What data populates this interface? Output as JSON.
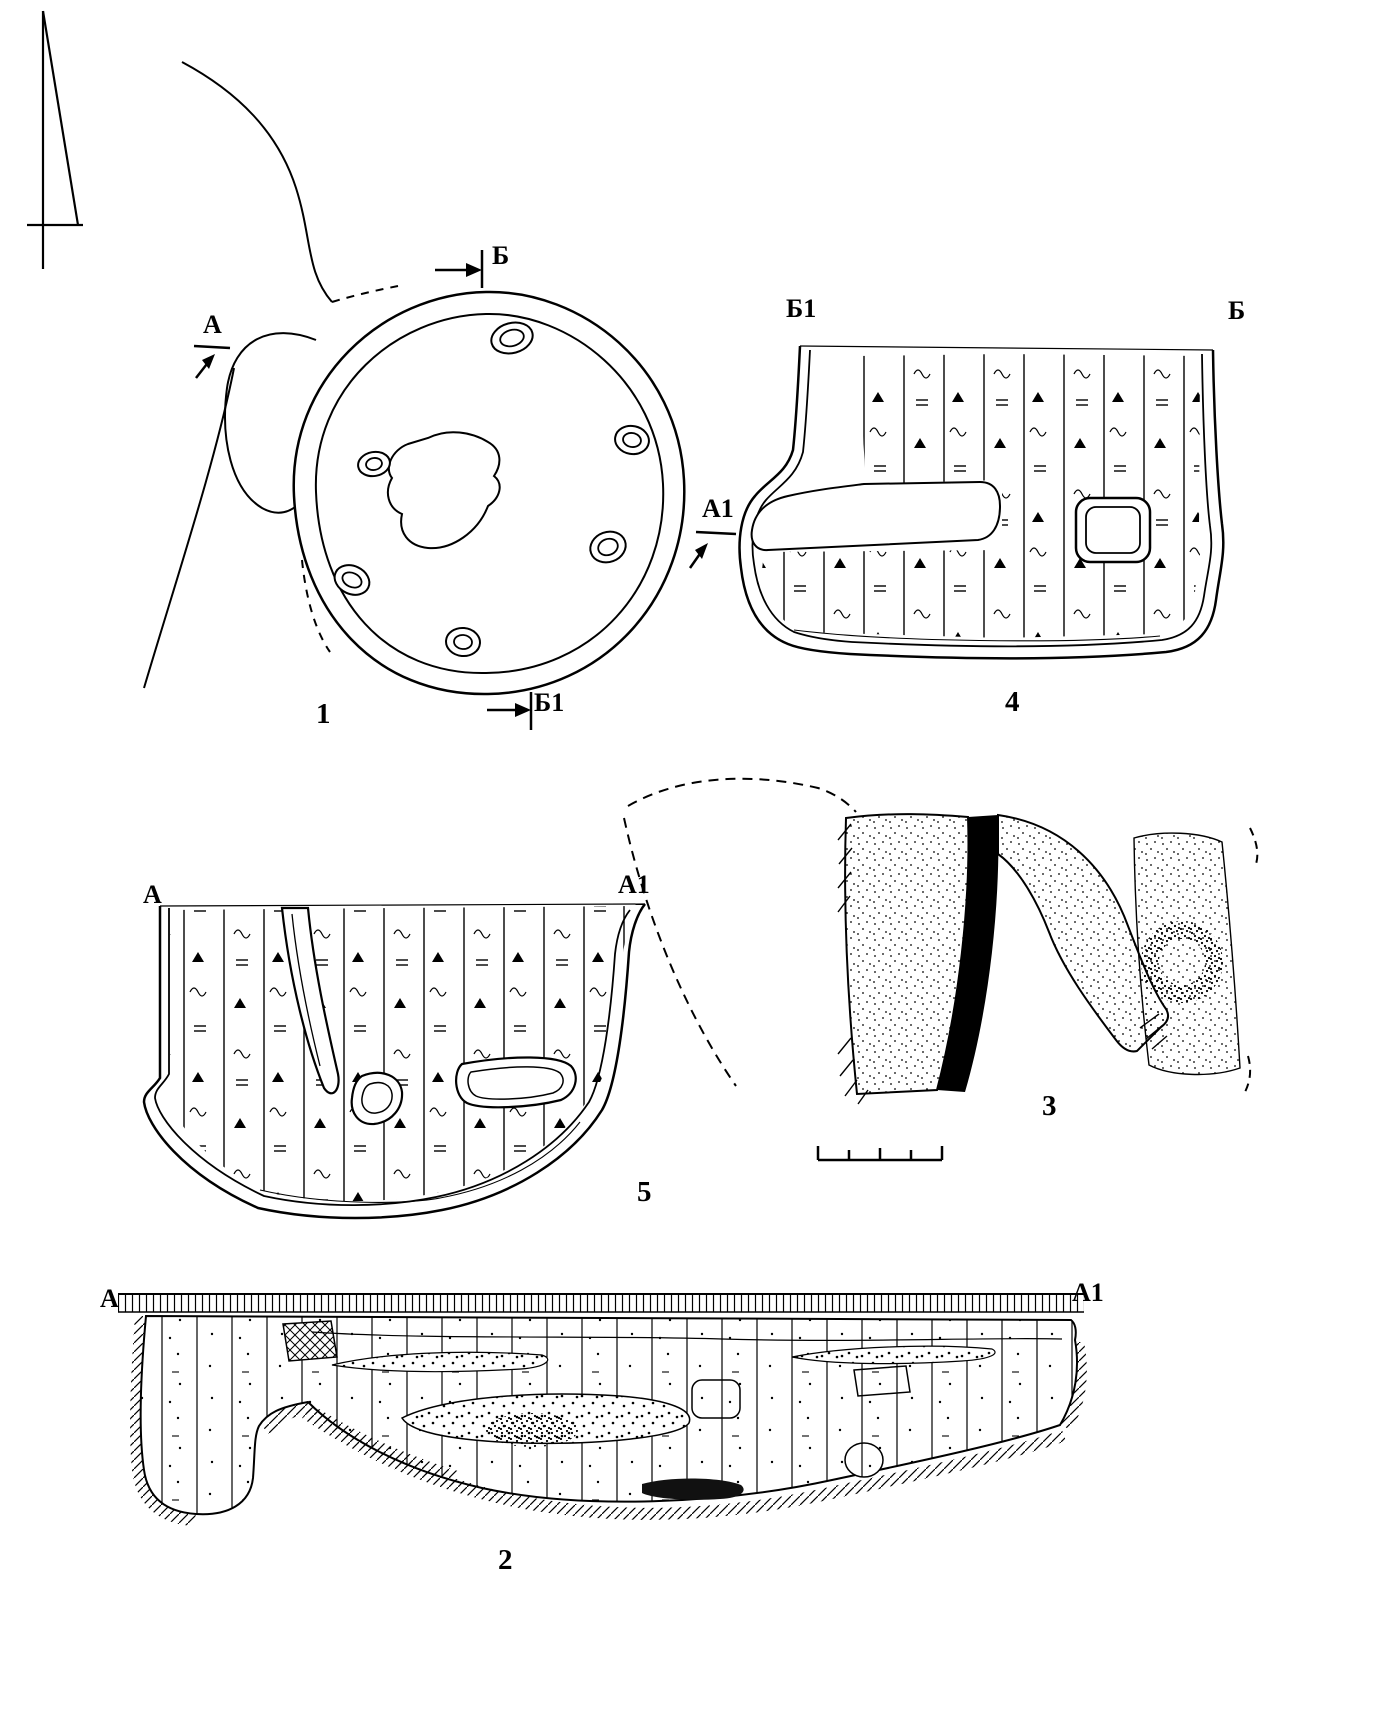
{
  "meta": {
    "background": "#ffffff",
    "ink": "#000000"
  },
  "north_arrow": {
    "icon": "north-arrow"
  },
  "plan": {
    "number": "1",
    "marker_top": "Б",
    "marker_bottom": "Б1",
    "marker_left": "А",
    "marker_right": "А1"
  },
  "section_bb": {
    "number": "4",
    "label_left": "Б1",
    "label_right": "Б"
  },
  "section_aa_pit": {
    "number": "5",
    "label_left": "А",
    "label_right": "А1"
  },
  "vessel_fragment": {
    "number": "3"
  },
  "long_section": {
    "number": "2",
    "label_left": "А",
    "label_right": "А1"
  }
}
